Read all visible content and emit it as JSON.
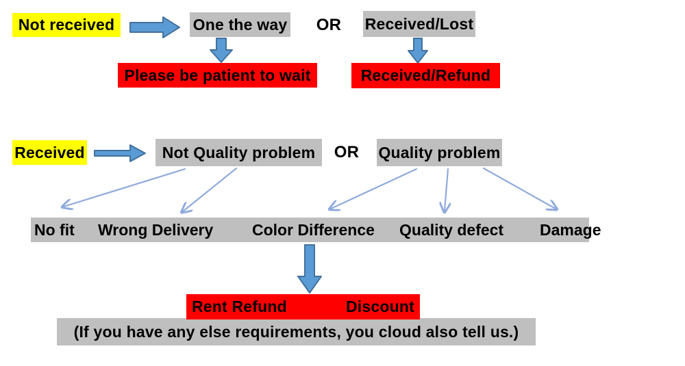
{
  "colors": {
    "highlight_yellow": "#ffff00",
    "box_gray": "#bfbfbf",
    "box_red": "#fe0000",
    "arrow_blue_fill": "#5b9bd5",
    "arrow_blue_border": "#41719c",
    "arrow_light_blue": "#8faadc",
    "text_black": "#000000"
  },
  "flow_not_received": {
    "start": "Not received",
    "option1": "One the way",
    "or": "OR",
    "option2": "Received/Lost",
    "outcome1": "Please be patient to wait",
    "outcome2": "Received/Refund"
  },
  "flow_received": {
    "start": "Received",
    "option1": "Not Quality problem",
    "or": "OR",
    "option2": "Quality problem",
    "reasons": [
      "No fit",
      "Wrong Delivery",
      "Color Difference",
      "Quality defect",
      "Damage"
    ],
    "outcome_left": "Rent Refund",
    "outcome_right": "Discount",
    "note": "(If you have any else requirements, you cloud also tell us.)"
  }
}
